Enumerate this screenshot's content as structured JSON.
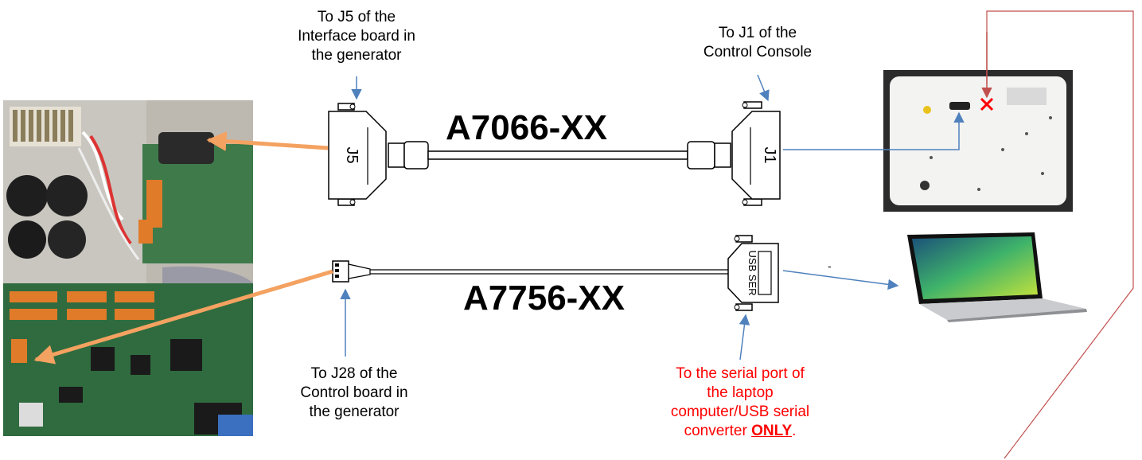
{
  "labels": {
    "j5_target": [
      "To J5 of the",
      "Interface board in",
      "the generator"
    ],
    "j1_target": [
      "To J1 of the",
      "Control Console"
    ],
    "j28_target": [
      "To J28 of the",
      "Control board in",
      "the generator"
    ],
    "serial_target": [
      "To the serial port of",
      "the laptop",
      "computer/USB serial"
    ],
    "serial_last_pre": "converter ",
    "serial_only": "ONLY",
    "serial_last_post": "."
  },
  "cables": {
    "top_part": "A7066-XX",
    "bottom_part": "A7756-XX"
  },
  "connectors": {
    "j5": "J5",
    "j1": "J1",
    "usb_ser": "USB SER"
  },
  "misc": {
    "dash": "-"
  },
  "colors": {
    "arrow_orange": "#f4a261",
    "arrow_blue": "#4f81bd",
    "line_red": "#c0504d",
    "label_red": "#ff0000"
  }
}
